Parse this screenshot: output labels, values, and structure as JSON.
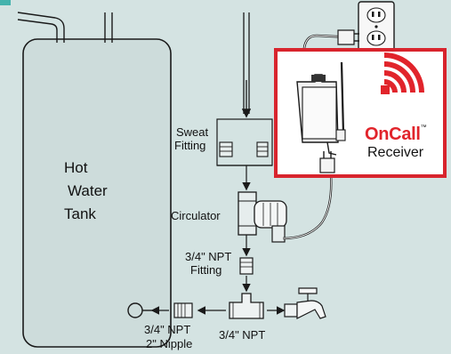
{
  "labels": {
    "tank_line1": "Hot",
    "tank_line2": "Water",
    "tank_line3": "Tank",
    "sweat_line1": "Sweat",
    "sweat_line2": "Fitting",
    "circulator": "Circulator",
    "npt_fitting_line1": "3/4\" NPT",
    "npt_fitting_line2": "Fitting",
    "nipple_line1": "3/4\" NPT",
    "nipple_line2": "2\" Nipple",
    "tee": "3/4\" NPT"
  },
  "brand": {
    "name": "OnCall",
    "trademark": "™",
    "product": "Receiver",
    "accent_color": "#e1242b"
  },
  "colors": {
    "background": "#d4e3e2",
    "tank_fill": "#c9d9d8",
    "line": "#1a1a1a",
    "highlight_box": "#d8242d"
  },
  "icons": [
    "power-outlet-icon",
    "receiver-device-icon",
    "signal-waves-icon",
    "power-plug-icon",
    "circulator-pump-icon",
    "faucet-valve-icon"
  ]
}
